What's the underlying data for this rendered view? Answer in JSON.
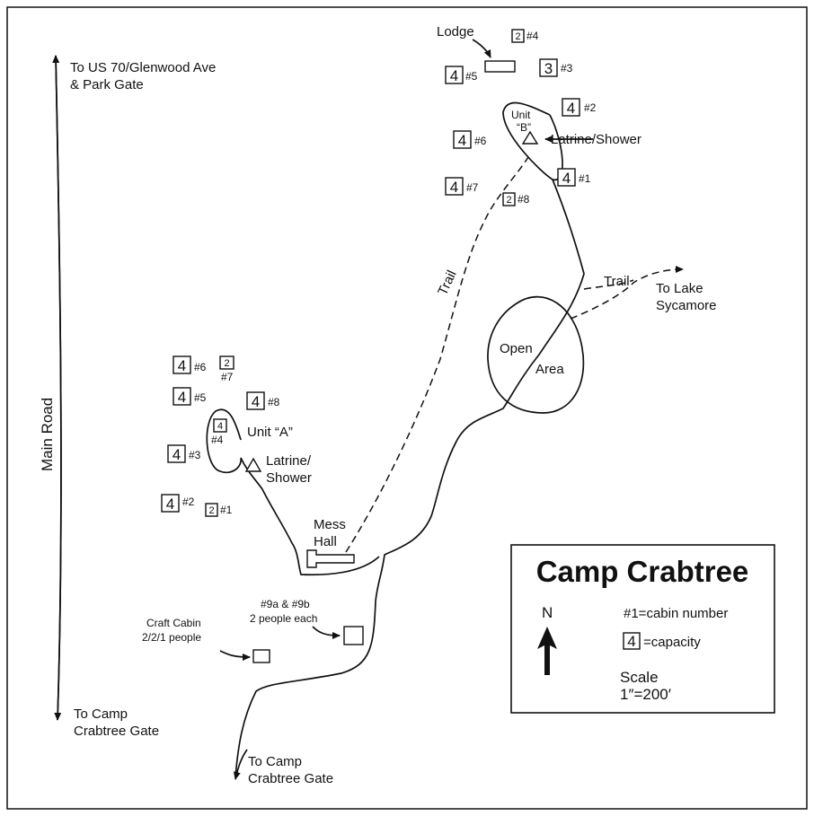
{
  "map": {
    "title": "Camp Crabtree",
    "main_road_label": "Main Road",
    "top_destination": [
      "To US 70/Glenwood Ave",
      "& Park Gate"
    ],
    "left_bottom_destination": [
      "To Camp",
      "Crabtree Gate"
    ],
    "road_bottom_destination": [
      "To Camp",
      "Crabtree Gate"
    ],
    "lake_destination": [
      "To Lake",
      "Sycamore"
    ],
    "trail_label": "Trail",
    "lodge_label": "Lodge",
    "unit_b_label": [
      "Unit",
      "“B”"
    ],
    "unit_a_label": "Unit “A”",
    "latrine_b_label": "Latrine/Shower",
    "latrine_a_label": [
      "Latrine/",
      "Shower"
    ],
    "open_area_label": [
      "Open",
      "Area"
    ],
    "mess_hall_label": [
      "Mess",
      "Hall"
    ],
    "cabins_9_label": [
      "#9a & #9b",
      "2 people each"
    ],
    "craft_cabin_label": [
      "Craft Cabin",
      "2/2/1 people"
    ]
  },
  "cabins": {
    "unit_b": [
      {
        "number": "#4",
        "capacity": "2"
      },
      {
        "number": "#5",
        "capacity": "4"
      },
      {
        "number": "#3",
        "capacity": "3"
      },
      {
        "number": "#2",
        "capacity": "4"
      },
      {
        "number": "#6",
        "capacity": "4"
      },
      {
        "number": "#1",
        "capacity": "4"
      },
      {
        "number": "#7",
        "capacity": "4"
      },
      {
        "number": "#8",
        "capacity": "2"
      }
    ],
    "unit_a": [
      {
        "number": "#6",
        "capacity": "4"
      },
      {
        "number": "#7",
        "capacity": "2"
      },
      {
        "number": "#5",
        "capacity": "4"
      },
      {
        "number": "#8",
        "capacity": "4"
      },
      {
        "number": "#4",
        "capacity": "4"
      },
      {
        "number": "#3",
        "capacity": "4"
      },
      {
        "number": "#2",
        "capacity": "4"
      },
      {
        "number": "#1",
        "capacity": "2"
      }
    ]
  },
  "legend": {
    "north": "N",
    "cabin_number_key": "#1=cabin number",
    "capacity_sample": "4",
    "capacity_key": "=capacity",
    "scale_title": "Scale",
    "scale_value": "1″=200′"
  }
}
